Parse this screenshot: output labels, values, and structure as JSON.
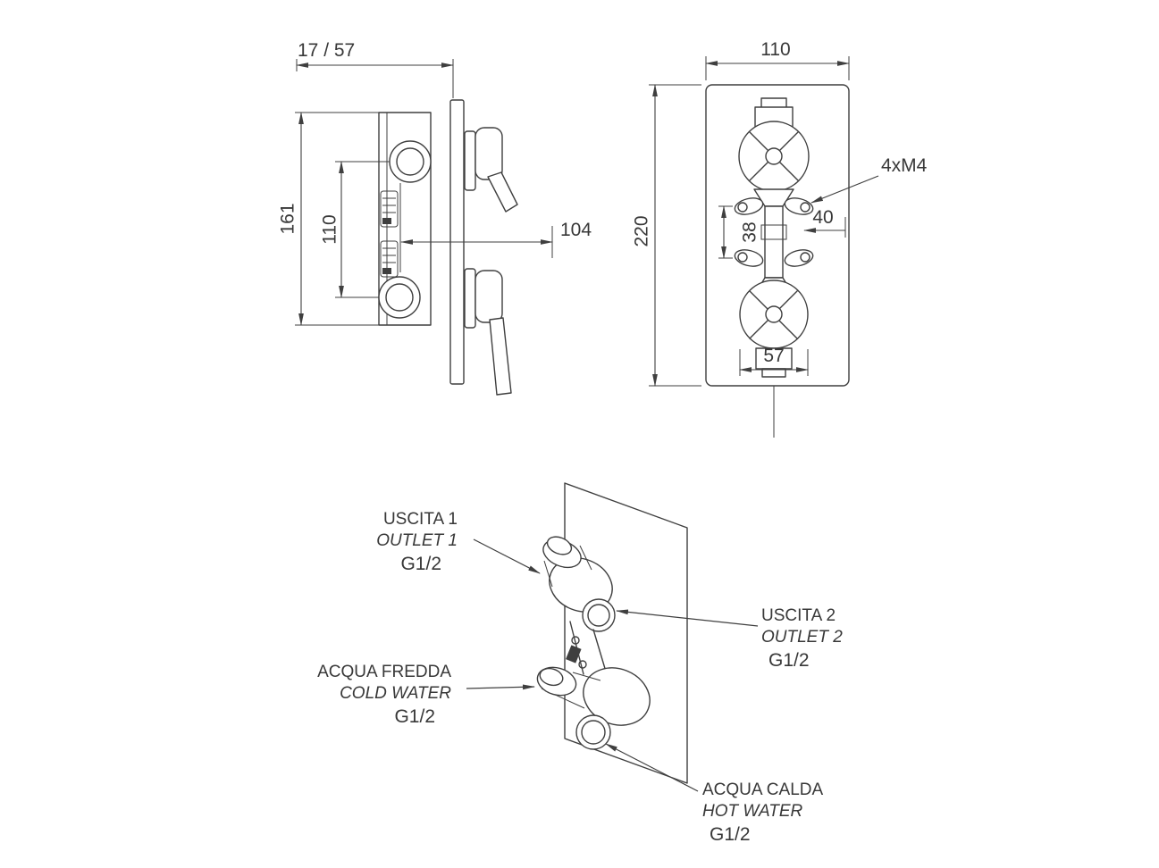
{
  "side_view": {
    "dim_offset": "17 / 57",
    "dim_total_height": "161",
    "dim_centers": "110",
    "dim_depth": "104"
  },
  "front_view": {
    "dim_width": "110",
    "dim_height": "220",
    "screw_label": "4xM4",
    "dim_screw_spacing": "38",
    "dim_screw_offset": "40",
    "dim_body_width": "57"
  },
  "perspective_view": {
    "outlet1": {
      "it": "USCITA 1",
      "en": "OUTLET 1",
      "size": "G1/2"
    },
    "outlet2": {
      "it": "USCITA 2",
      "en": "OUTLET 2",
      "size": "G1/2"
    },
    "cold_water": {
      "it": "ACQUA FREDDA",
      "en": "COLD WATER",
      "size": "G1/2"
    },
    "hot_water": {
      "it": "ACQUA CALDA",
      "en": "HOT WATER",
      "size": "G1/2"
    }
  },
  "colors": {
    "line": "#3f3f3f",
    "text": "#383838",
    "background": "#ffffff"
  }
}
